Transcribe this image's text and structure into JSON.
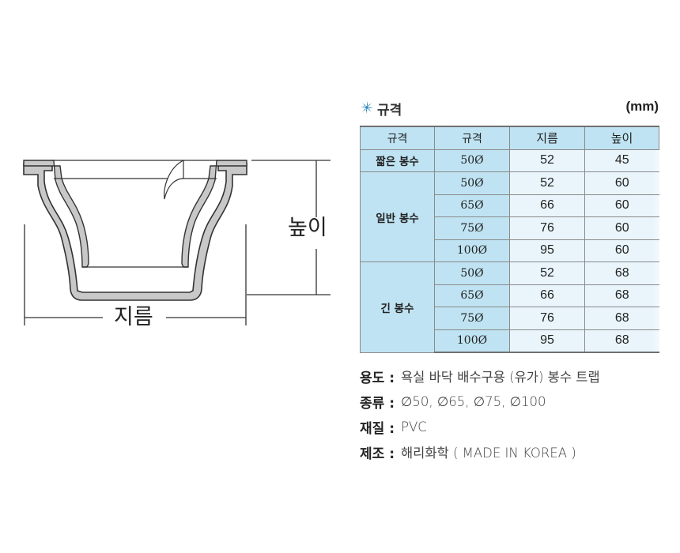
{
  "diagram": {
    "height_label": "높이",
    "width_label": "지름"
  },
  "spec": {
    "icon": "snowflake-pinwheel-icon",
    "title": "규격",
    "unit": "(mm)",
    "columns": [
      "규격",
      "규격",
      "지름",
      "높이"
    ],
    "groups": [
      {
        "name": "짧은 봉수",
        "rows": [
          {
            "size": "50Ø",
            "diameter": "52",
            "height": "45"
          }
        ]
      },
      {
        "name": "일반 봉수",
        "rows": [
          {
            "size": "50Ø",
            "diameter": "52",
            "height": "60"
          },
          {
            "size": "65Ø",
            "diameter": "66",
            "height": "60"
          },
          {
            "size": "75Ø",
            "diameter": "76",
            "height": "60"
          },
          {
            "size": "100Ø",
            "diameter": "95",
            "height": "60"
          }
        ]
      },
      {
        "name": "긴 봉수",
        "rows": [
          {
            "size": "50Ø",
            "diameter": "52",
            "height": "68"
          },
          {
            "size": "65Ø",
            "diameter": "66",
            "height": "68"
          },
          {
            "size": "75Ø",
            "diameter": "76",
            "height": "68"
          },
          {
            "size": "100Ø",
            "diameter": "95",
            "height": "68"
          }
        ]
      }
    ]
  },
  "info": [
    {
      "key": "용도 :",
      "value": "욕실 바닥 배수구용 (유가) 봉수 트랩"
    },
    {
      "key": "종류 :",
      "value": "∅50, ∅65, ∅75, ∅100"
    },
    {
      "key": "재질 :",
      "value": "PVC"
    },
    {
      "key": "제조 :",
      "value": "해리화학 ( MADE IN KOREA )"
    }
  ],
  "colors": {
    "header_bg": "#bfe3f2",
    "cell_bg": "#e9f5fb",
    "border": "#8a8a8a",
    "icon": "#3a8fc0",
    "part_fill": "#c8c8c8",
    "part_stroke": "#333333"
  }
}
